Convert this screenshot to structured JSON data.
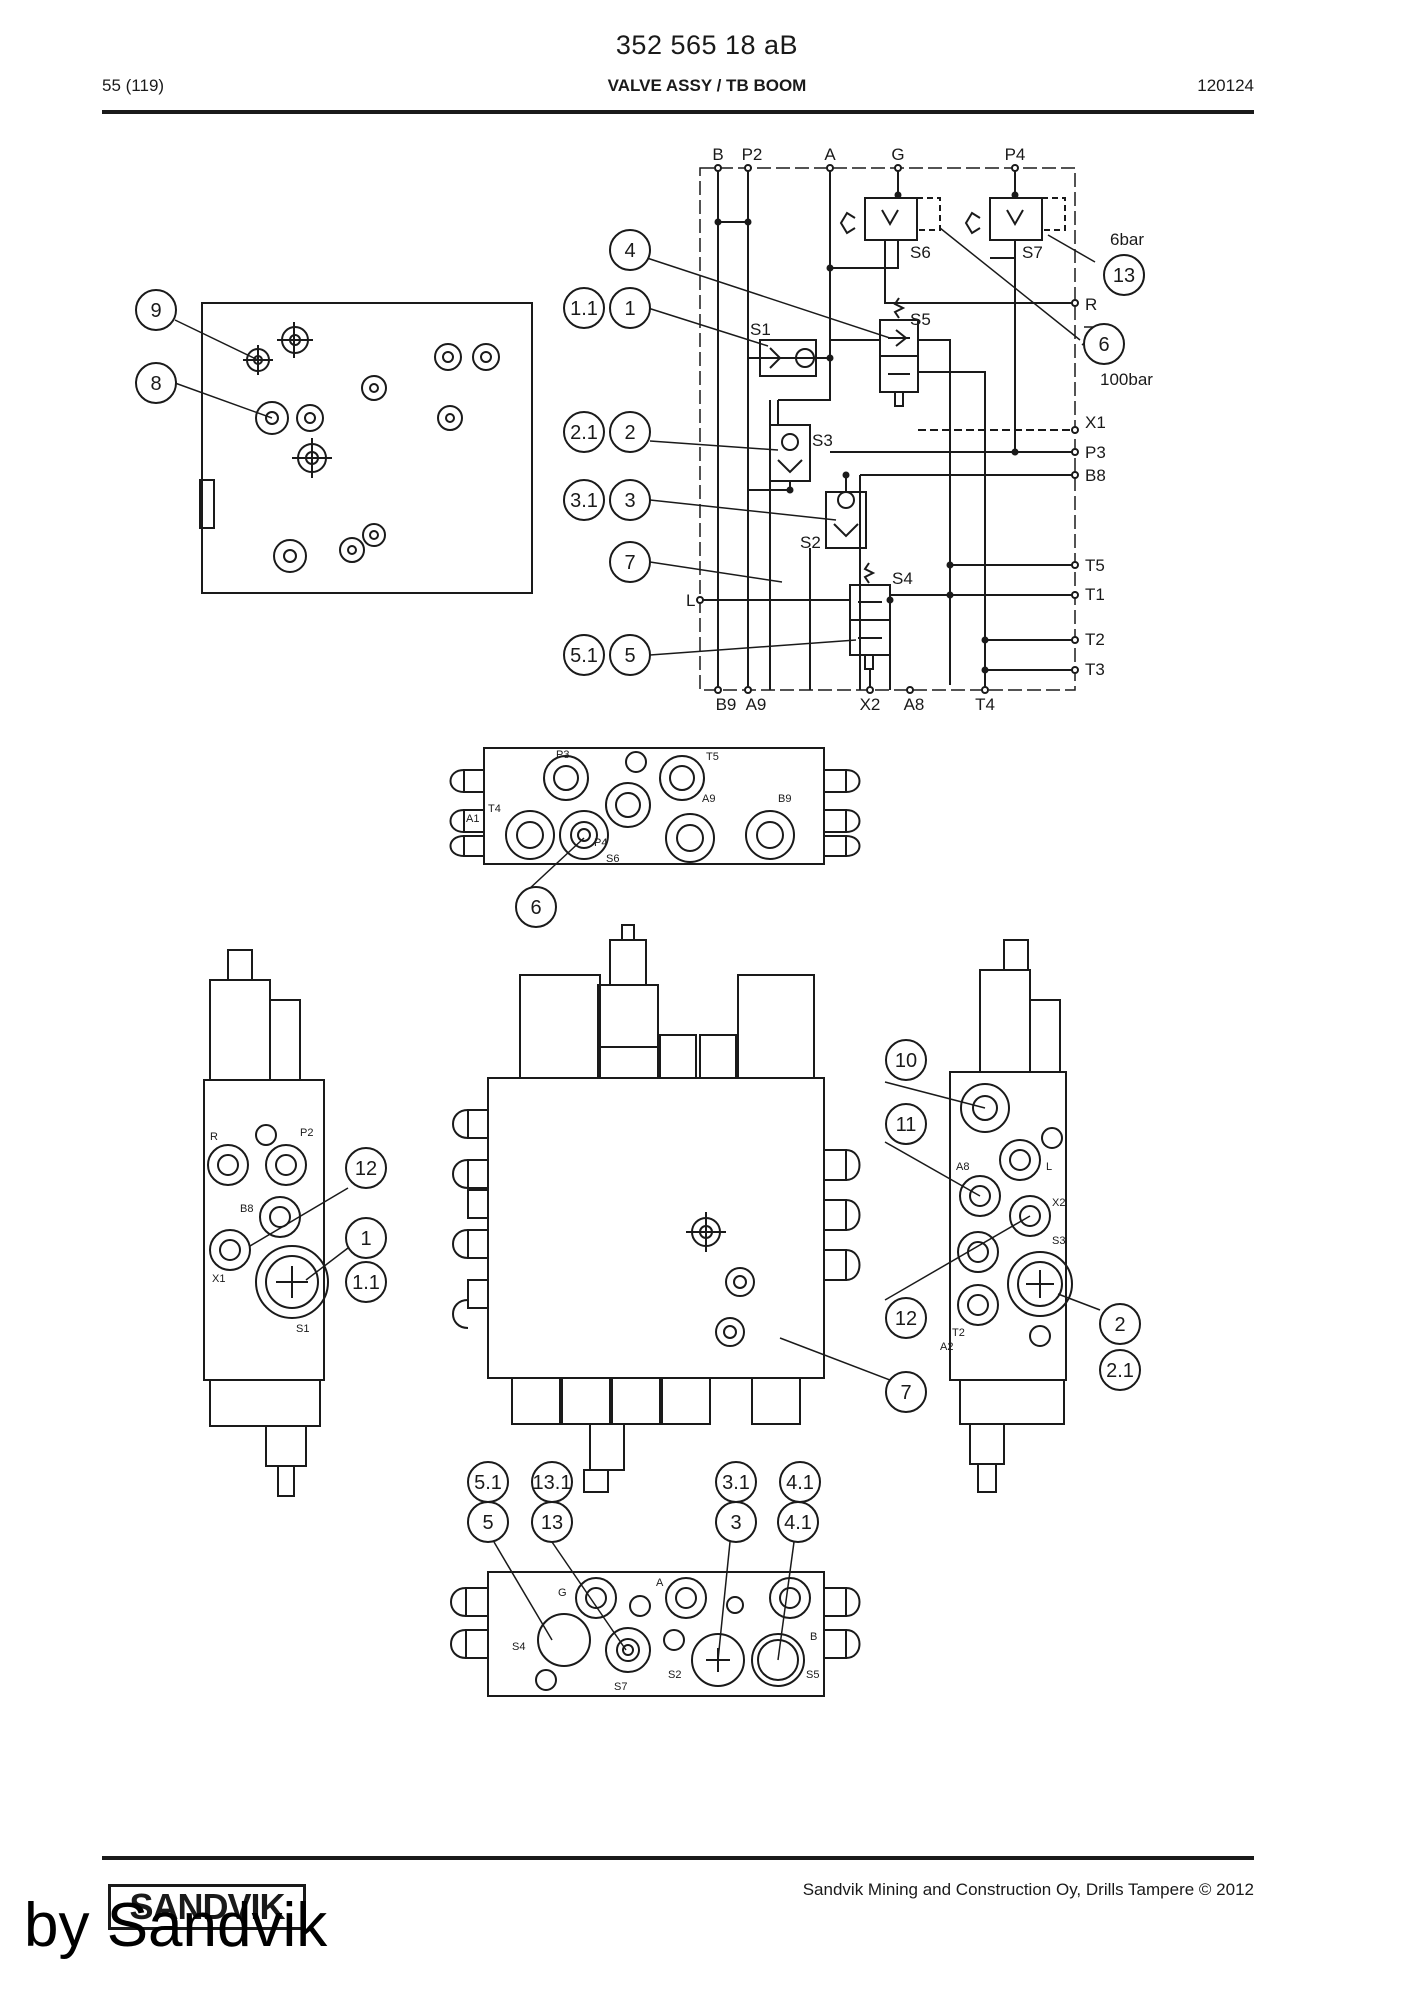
{
  "header": {
    "doc_number": "352 565 18 aB",
    "page": "55 (119)",
    "title": "VALVE ASSY / TB BOOM",
    "date_code": "120124"
  },
  "footer": {
    "copyright": "Sandvik Mining and Construction Oy, Drills Tampere © 2012",
    "logo_text": "SANDVIK",
    "watermark": "by Sandvik"
  },
  "schematic": {
    "top_ports": [
      "B",
      "P2",
      "A",
      "G",
      "P4"
    ],
    "bottom_ports": [
      "B9",
      "A9",
      "X2",
      "A8",
      "T4"
    ],
    "right_ports": [
      "R",
      "X1",
      "P3",
      "B8",
      "T5",
      "T1",
      "T2",
      "T3"
    ],
    "left_ports": [
      "L"
    ],
    "valve_labels": [
      "S1",
      "S2",
      "S3",
      "S4",
      "S5",
      "S6",
      "S7"
    ],
    "pressure_labels": [
      "6bar",
      "100bar"
    ]
  },
  "balloons": [
    "1",
    "1.1",
    "2",
    "2.1",
    "3",
    "3.1",
    "4",
    "4.1",
    "5",
    "5.1",
    "6",
    "7",
    "8",
    "9",
    "10",
    "11",
    "12",
    "13",
    "13.1"
  ],
  "body_labels": {
    "top_view": [
      "P3",
      "T5",
      "A9",
      "B9",
      "T4",
      "A1",
      "P4",
      "S6"
    ],
    "left_view": [
      "R",
      "P2",
      "B8",
      "X1",
      "S1"
    ],
    "right_view": [
      "A8",
      "L",
      "X2",
      "S3",
      "T2",
      "A2"
    ],
    "bottom_view": [
      "G",
      "A",
      "B",
      "S4",
      "S7",
      "S2",
      "S5"
    ]
  }
}
